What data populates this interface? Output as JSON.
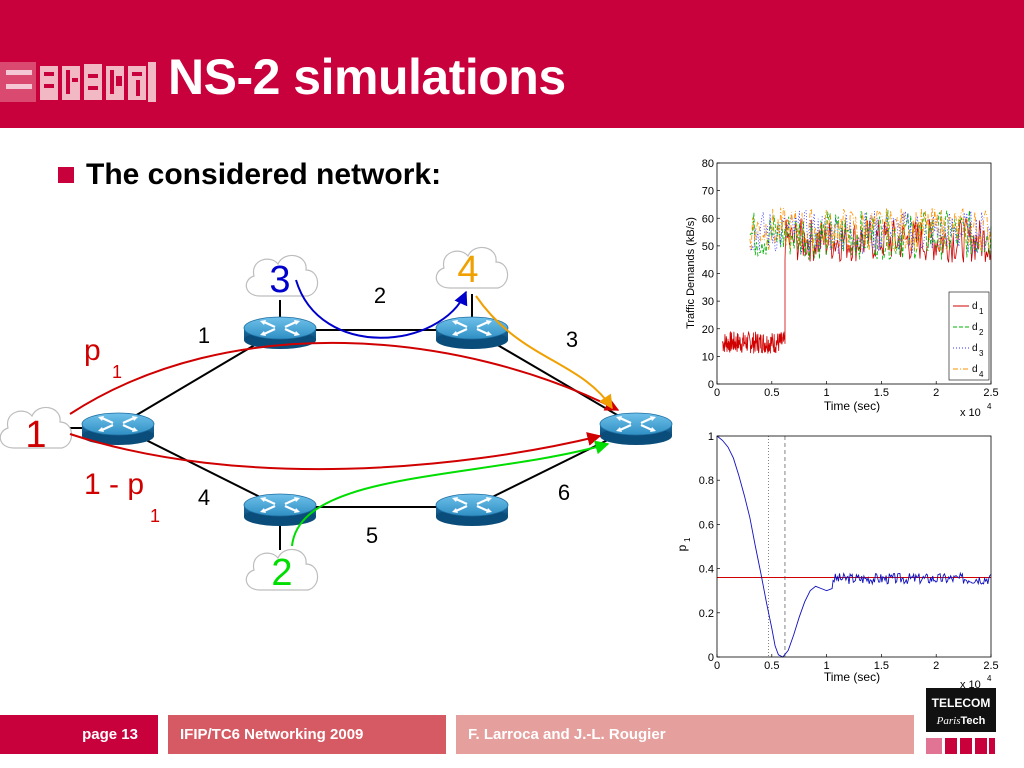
{
  "slide": {
    "title": "NS-2 simulations",
    "bullet": "The considered network:"
  },
  "network": {
    "nodes": [
      "1",
      "2",
      "3",
      "4"
    ],
    "links": [
      "1",
      "2",
      "3",
      "4",
      "5",
      "6"
    ],
    "p1_label": "p",
    "p1_sub": "1",
    "q1_label": "1 - p",
    "q1_sub": "1"
  },
  "footer": {
    "page": "page 13",
    "conference": "IFIP/TC6 Networking 2009",
    "authors": "F. Larroca and J.-L. Rougier"
  },
  "logo": {
    "line1": "TELECOM",
    "line2_a": "Paris",
    "line2_b": "Tech"
  },
  "colors": {
    "brand": "#c8003c",
    "d1": "#d00000",
    "d2": "#00b000",
    "d3": "#3030ff",
    "d4": "#ff9000",
    "p1": "#1010c0"
  },
  "chart_data": [
    {
      "type": "line",
      "xlabel": "Time (sec)",
      "ylabel": "Traffic Demands (kB/s)",
      "x_multiplier": "x 10",
      "x_multiplier_exp": "4",
      "xlim": [
        0,
        2.5
      ],
      "ylim": [
        0,
        80
      ],
      "xticks": [
        0,
        0.5,
        1,
        1.5,
        2,
        2.5
      ],
      "yticks": [
        0,
        10,
        20,
        30,
        40,
        50,
        60,
        70,
        80
      ],
      "legend_position": "bottom-right",
      "series": [
        {
          "name": "d",
          "sub": "1",
          "style": "solid",
          "phases": [
            {
              "x": [
                0.05,
                0.62
              ],
              "mean": 15,
              "amp": 4
            },
            {
              "x": [
                0.62,
                2.5
              ],
              "mean": 52,
              "amp": 8
            }
          ]
        },
        {
          "name": "d",
          "sub": "2",
          "style": "dashed",
          "phases": [
            {
              "x": [
                0.3,
                2.5
              ],
              "mean": 54,
              "amp": 9
            }
          ]
        },
        {
          "name": "d",
          "sub": "3",
          "style": "dotted",
          "phases": [
            {
              "x": [
                0.3,
                2.5
              ],
              "mean": 55,
              "amp": 8
            }
          ]
        },
        {
          "name": "d",
          "sub": "4",
          "style": "dashdot",
          "phases": [
            {
              "x": [
                0.3,
                2.5
              ],
              "mean": 56,
              "amp": 8
            }
          ]
        }
      ]
    },
    {
      "type": "line",
      "xlabel": "Time (sec)",
      "ylabel": "p",
      "ylabel_sub": "1",
      "x_multiplier": "x 10",
      "x_multiplier_exp": "4",
      "xlim": [
        0,
        2.5
      ],
      "ylim": [
        0,
        1
      ],
      "xticks": [
        0,
        0.5,
        1,
        1.5,
        2,
        2.5
      ],
      "yticks": [
        0,
        0.2,
        0.4,
        0.6,
        0.8,
        1
      ],
      "reference_value": 0.36,
      "vlines": [
        {
          "x": 0.47,
          "style": "dotted"
        },
        {
          "x": 0.62,
          "style": "dashed"
        }
      ],
      "series": [
        {
          "points": [
            [
              0,
              1
            ],
            [
              0.05,
              0.98
            ],
            [
              0.1,
              0.95
            ],
            [
              0.15,
              0.9
            ],
            [
              0.2,
              0.82
            ],
            [
              0.25,
              0.73
            ],
            [
              0.3,
              0.63
            ],
            [
              0.35,
              0.5
            ],
            [
              0.4,
              0.38
            ],
            [
              0.45,
              0.25
            ],
            [
              0.5,
              0.13
            ],
            [
              0.53,
              0.05
            ],
            [
              0.56,
              0.01
            ],
            [
              0.6,
              0.0
            ],
            [
              0.65,
              0.03
            ],
            [
              0.7,
              0.1
            ],
            [
              0.75,
              0.18
            ],
            [
              0.8,
              0.25
            ],
            [
              0.85,
              0.3
            ],
            [
              0.9,
              0.32
            ],
            [
              0.95,
              0.31
            ],
            [
              1.0,
              0.3
            ],
            [
              1.05,
              0.31
            ]
          ],
          "noise_from": 1.05,
          "noise_mean": 0.355,
          "noise_amp": 0.025
        }
      ]
    }
  ]
}
